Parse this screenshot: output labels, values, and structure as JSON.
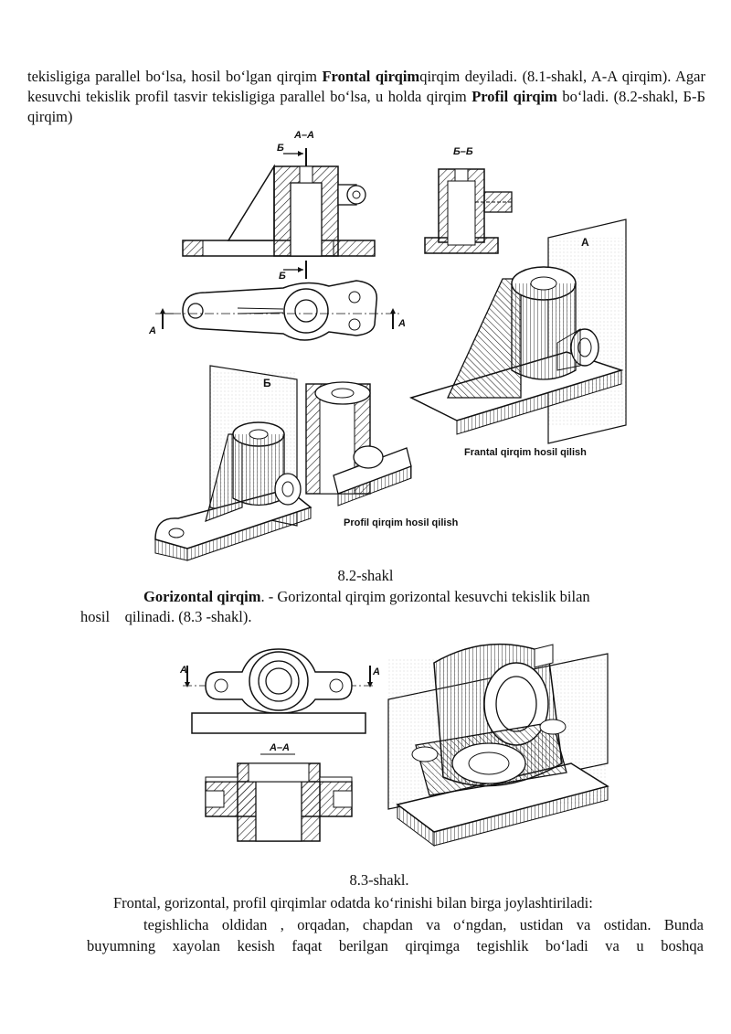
{
  "intro": {
    "line1_a": "tekisligiga parallel bo‘lsa, hosil bo‘lgan qirqim ",
    "line1_b": "Frontal qirqim",
    "line1_c": "qirqim deyiladi. (8.1-shakl, A-A qirqim). Agar kesuvchi tekislik profil tasvir tekisligiga parallel bo‘lsa, u holda qirqim ",
    "line1_d": "Profil qirqim",
    "line1_e": " bo‘ladi. (8.2-shakl, Б-Б qirqim)"
  },
  "figure_8_2": {
    "label_AA": "A–A",
    "label_BB": "Б–Б",
    "label_B": "Б",
    "label_A": "A",
    "label_plane_A": "A",
    "label_plane_B": "Б",
    "caption_frontal": "Frantal qirqim hosil qilish",
    "caption_profil": "Profil qirqim hosil qilish",
    "caption": "8.2-shakl"
  },
  "section_horizontal": {
    "title": "Gorizontal qirqim",
    "text_a": ". - Gorizontal qirqim gorizontal kesuvchi tekislik bilan",
    "text_b": "hosil    qilinadi. (8.3 -shakl)."
  },
  "figure_8_3": {
    "label_A": "A",
    "label_AA": "A–A",
    "caption": "8.3-shakl."
  },
  "closing": {
    "line1": "Frontal, gorizontal, profil qirqimlar odatda ko‘rinishi bilan birga joylashtiriladi:",
    "line2": "tegishlicha oldidan , orqadan, chapdan va o‘ngdan, ustidan va ostidan. Bunda",
    "line3": "buyumning  xayolan  kesish  faqat  berilgan  qirqimga  tegishlik  bo‘ladi  va  u  boshqa"
  }
}
